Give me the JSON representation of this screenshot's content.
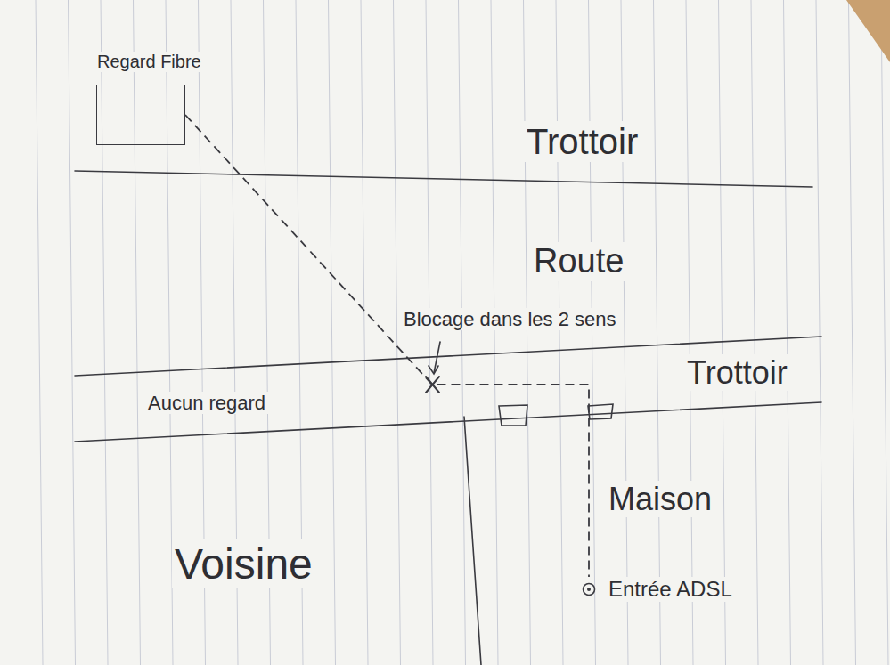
{
  "diagram": {
    "nodes": [
      {
        "text": [
          "Regard Fibre"
        ]
      },
      {
        "text": [
          "Entrée ADSL"
        ]
      }
    ],
    "edges": [
      {
        "from": 0,
        "to": 1,
        "arrow": "none"
      }
    ],
    "labels": [
      "Trottoir",
      "Route",
      "Blocage dans les 2 sens",
      "Trottoir",
      "Aucun regard",
      "Maison",
      "Voisine"
    ]
  }
}
